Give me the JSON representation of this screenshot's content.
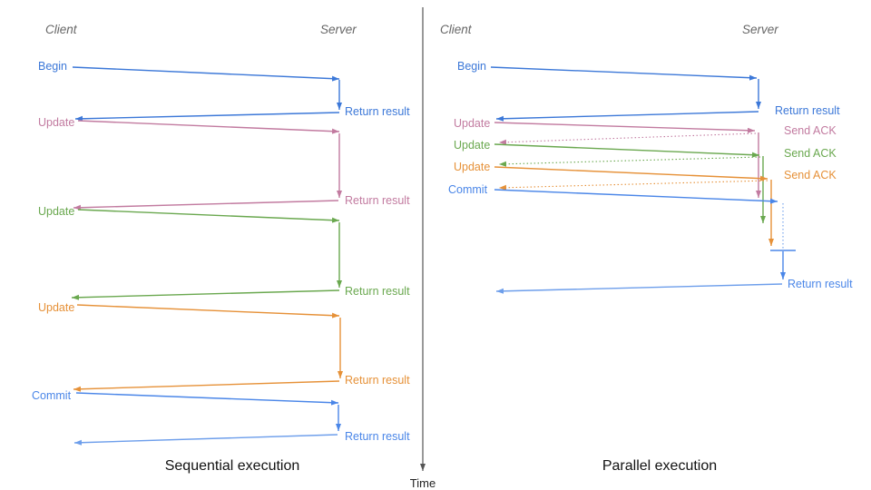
{
  "labels": {
    "client": "Client",
    "server": "Server",
    "begin": "Begin",
    "update": "Update",
    "commit": "Commit",
    "return_result": "Return result",
    "send_ack": "Send ACK",
    "time_axis": "Time"
  },
  "panels": [
    {
      "caption": "Sequential execution",
      "operations": [
        {
          "request": "Begin",
          "response": "Return result",
          "color": "#3c78d8"
        },
        {
          "request": "Update",
          "response": "Return result",
          "color": "#c27ba0"
        },
        {
          "request": "Update",
          "response": "Return result",
          "color": "#6aa84f"
        },
        {
          "request": "Update",
          "response": "Return result",
          "color": "#e69138"
        },
        {
          "request": "Commit",
          "response": "Return result",
          "color": "#4a86e8"
        }
      ]
    },
    {
      "caption": "Parallel execution",
      "operations": [
        {
          "request": "Begin",
          "response": "Return result",
          "color": "#3c78d8"
        },
        {
          "request": "Update",
          "response": "Send ACK",
          "color": "#c27ba0"
        },
        {
          "request": "Update",
          "response": "Send ACK",
          "color": "#6aa84f"
        },
        {
          "request": "Update",
          "response": "Send ACK",
          "color": "#e69138"
        },
        {
          "request": "Commit",
          "response": "Return result",
          "color": "#4a86e8"
        }
      ]
    }
  ],
  "colors": {
    "begin_blue": "#3c78d8",
    "commit_blue": "#4a86e8",
    "response_blue": "#6d9eeb",
    "update_pink": "#c27ba0",
    "update_green": "#6aa84f",
    "update_orange": "#e69138",
    "actor_gray": "#666666",
    "caption_black": "#111111",
    "axis_gray": "#555555"
  }
}
